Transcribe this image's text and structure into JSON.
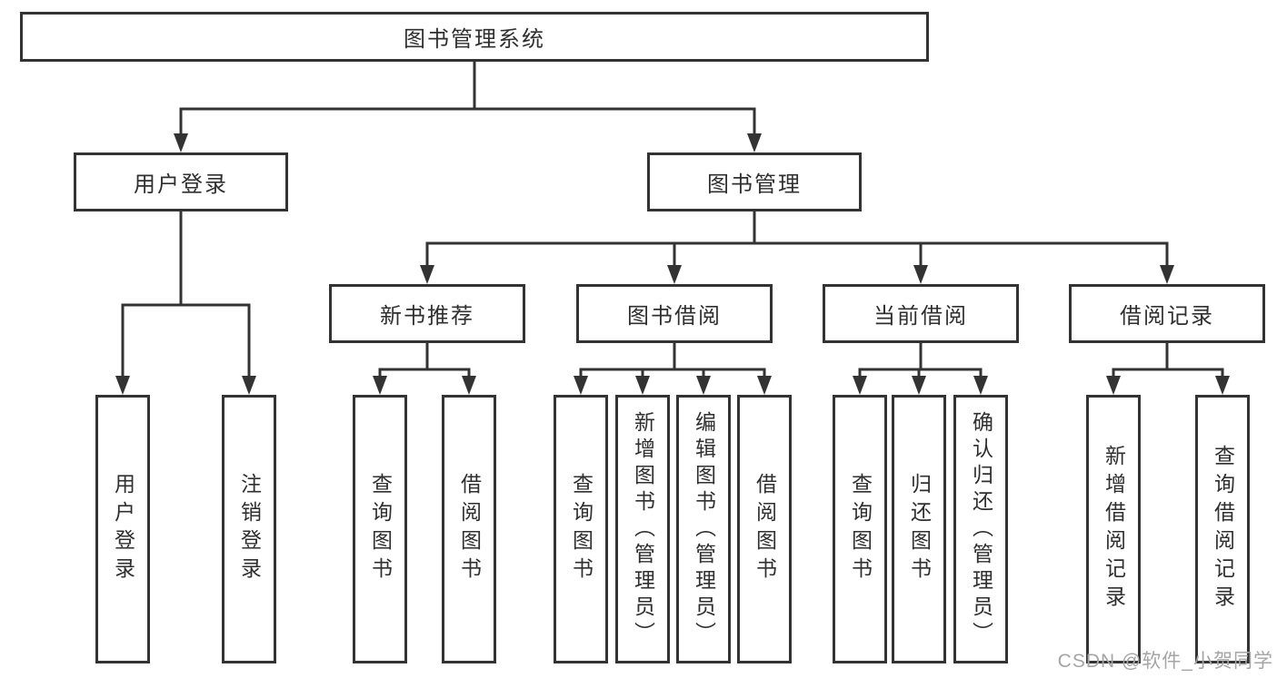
{
  "diagram": {
    "root": {
      "label": "图书管理系统",
      "children": [
        {
          "label": "用户登录",
          "children": [
            {
              "label": "用户登录"
            },
            {
              "label": "注销登录"
            }
          ]
        },
        {
          "label": "图书管理",
          "children": [
            {
              "label": "新书推荐",
              "children": [
                {
                  "label": "查询图书"
                },
                {
                  "label": "借阅图书"
                }
              ]
            },
            {
              "label": "图书借阅",
              "children": [
                {
                  "label": "查询图书"
                },
                {
                  "label": "新增图书（管理员）"
                },
                {
                  "label": "编辑图书（管理员）"
                },
                {
                  "label": "借阅图书"
                }
              ]
            },
            {
              "label": "当前借阅",
              "children": [
                {
                  "label": "查询图书"
                },
                {
                  "label": "归还图书"
                },
                {
                  "label": "确认归还（管理员）"
                }
              ]
            },
            {
              "label": "借阅记录",
              "children": [
                {
                  "label": "新增借阅记录"
                },
                {
                  "label": "查询借阅记录"
                }
              ]
            }
          ]
        }
      ]
    },
    "line_color": "#333333"
  },
  "watermark": {
    "text": "CSDN @软件_小贺同学"
  }
}
